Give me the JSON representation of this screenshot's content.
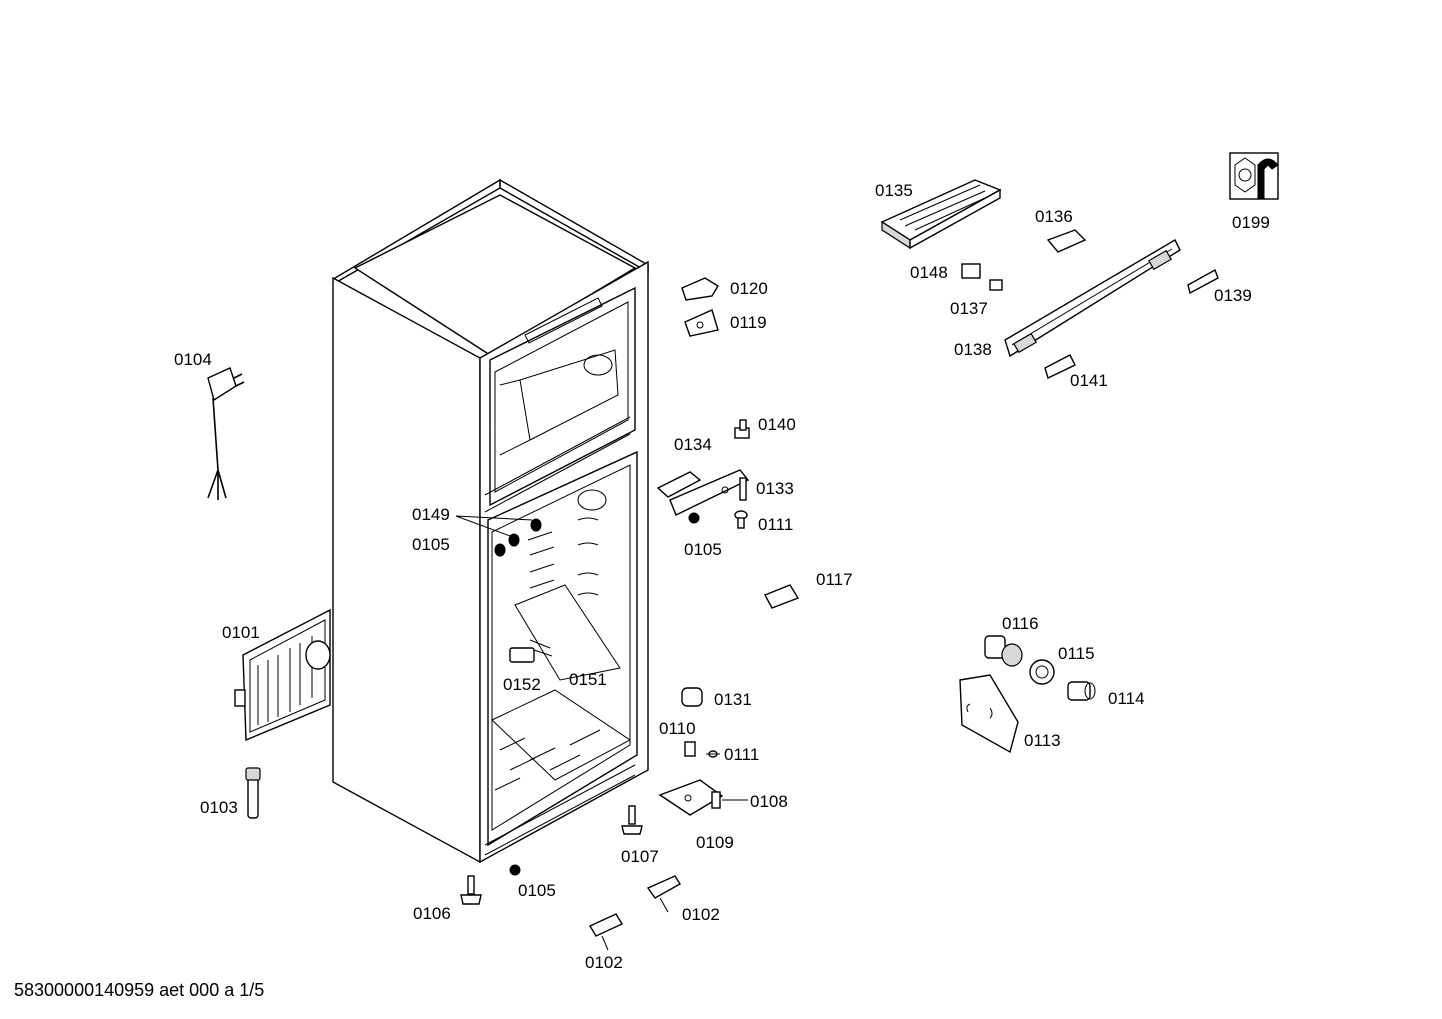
{
  "diagram": {
    "labels": {
      "p0135": "0135",
      "p0136": "0136",
      "p0148": "0148",
      "p0137": "0137",
      "p0138": "0138",
      "p0139": "0139",
      "p0141": "0141",
      "p0199": "0199",
      "p0120": "0120",
      "p0119": "0119",
      "p0104": "0104",
      "p0140": "0140",
      "p0134": "0134",
      "p0133": "0133",
      "p0111a": "0111",
      "p0105a": "0105",
      "p0149": "0149",
      "p0105b": "0105",
      "p0117": "0117",
      "p0101": "0101",
      "p0116": "0116",
      "p0115": "0115",
      "p0114": "0114",
      "p0113": "0113",
      "p0152": "0152",
      "p0151": "0151",
      "p0131": "0131",
      "p0110": "0110",
      "p0111b": "0111",
      "p0103": "0103",
      "p0108": "0108",
      "p0109": "0109",
      "p0107": "0107",
      "p0105c": "0105",
      "p0106": "0106",
      "p0102a": "0102",
      "p0102b": "0102"
    }
  },
  "footer": {
    "code": "58300000140959 aet 000 a 1/5"
  }
}
